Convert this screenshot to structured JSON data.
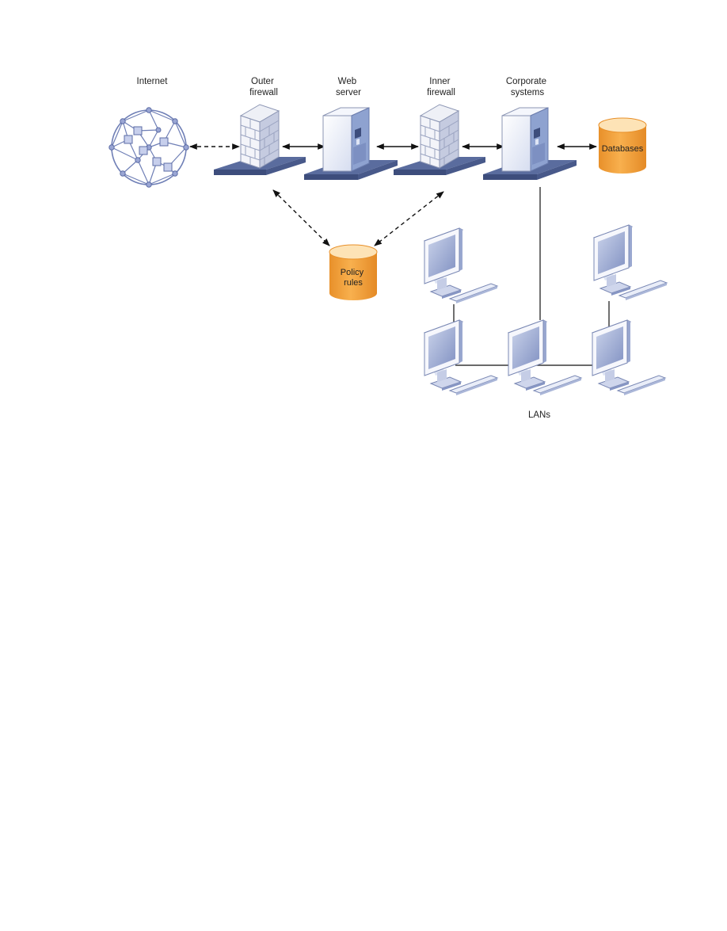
{
  "labels": {
    "internet": "Internet",
    "outer_firewall": [
      "Outer",
      "firewall"
    ],
    "web_server": [
      "Web",
      "server"
    ],
    "inner_firewall": [
      "Inner",
      "firewall"
    ],
    "corporate_systems": [
      "Corporate",
      "systems"
    ],
    "databases": "Databases",
    "policy_rules": [
      "Policy",
      "rules"
    ],
    "lans": "LANs"
  },
  "icons": {
    "internet": "network-globe-icon",
    "firewall": "brick-wall-firewall-icon",
    "server": "tower-server-icon",
    "database": "cylinder-database-icon",
    "workstation": "desktop-computer-icon"
  },
  "colors": {
    "database_fill": "#f5a33c",
    "database_top": "#fde3b6",
    "server_front": "#eef1fb",
    "server_side": "#8ea2d0",
    "base_plate": "#55689a",
    "network": "#7080b8",
    "line": "#111111"
  }
}
